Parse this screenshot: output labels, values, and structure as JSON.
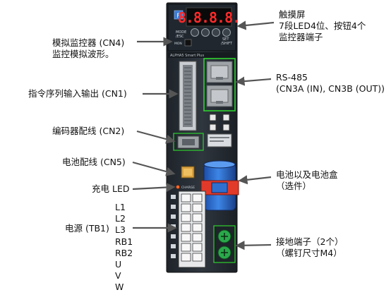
{
  "left_labels": {
    "cn4": [
      "模拟监控器 (CN4)",
      "监控模拟波形。"
    ],
    "cn1": "指令序列输入输出 (CN1)",
    "cn2": "编码器配线 (CN2)",
    "cn5": "电池配线 (CN5)",
    "led": "充电 LED",
    "tb1": "电源 (TB1)",
    "terminals": [
      "L1",
      "L2",
      "L3",
      "RB1",
      "RB2",
      "U",
      "V",
      "W"
    ]
  },
  "right_labels": {
    "touch": [
      "触摸屏",
      "7段LED4位、按钮4个",
      "监控器端子"
    ],
    "rs485": [
      "RS-485",
      "(CN3A (IN), CN3B (OUT))"
    ],
    "battery": [
      "电池以及电池盒",
      "（选件）"
    ],
    "ground": [
      "接地端子（2个）",
      "（螺钉尺寸M4）"
    ]
  },
  "device": {
    "display_digits": "8.8.8.8.",
    "logo_letter": "F",
    "mode_label": "MODE",
    "esc_label": "/ESC",
    "mon_label": "MON",
    "set_label": "SET",
    "shift_label": "/SHIFT",
    "brand": "ALPHA5 Smart Plus",
    "charge_label": "CHARGE",
    "colors": {
      "body": "#2b3138",
      "panel": "#1c2228",
      "led_red": "#ff2a2a",
      "battery_blue": "#2f6fd0",
      "battery_red": "#e23a2a",
      "highlight_green": "#2fd02f"
    }
  }
}
